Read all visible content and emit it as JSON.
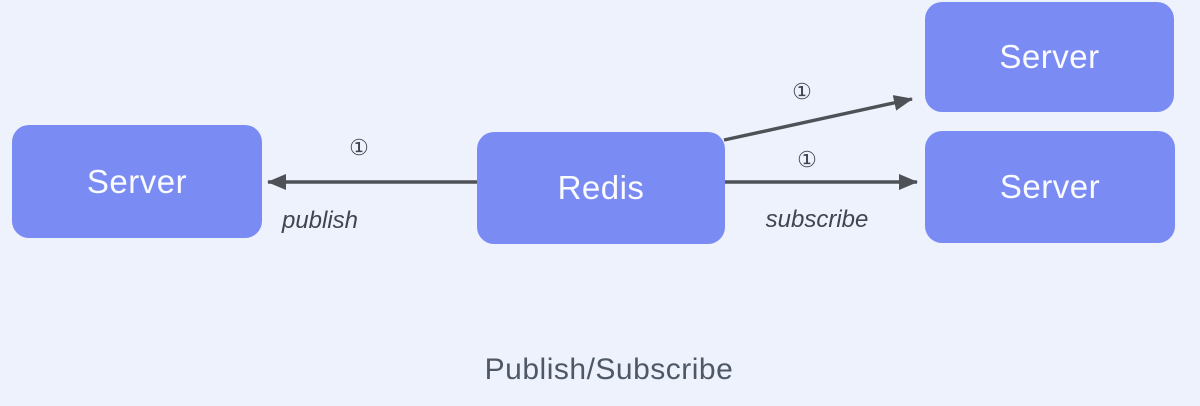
{
  "diagram": {
    "title": "Publish/Subscribe",
    "nodes": {
      "server_left": {
        "label": "Server"
      },
      "redis": {
        "label": "Redis"
      },
      "server_top_right": {
        "label": "Server"
      },
      "server_bottom_right": {
        "label": "Server"
      }
    },
    "edges": {
      "publish": {
        "label": "publish",
        "step": "①"
      },
      "subscribe_top": {
        "step": "①"
      },
      "subscribe_bottom": {
        "label": "subscribe",
        "step": "①"
      }
    },
    "colors": {
      "background": "#edf2fc",
      "node_fill": "#7a8bf3",
      "node_text": "#f9fbff",
      "arrow": "#4e5156",
      "label": "#3f4650",
      "title": "#4f5866"
    }
  }
}
